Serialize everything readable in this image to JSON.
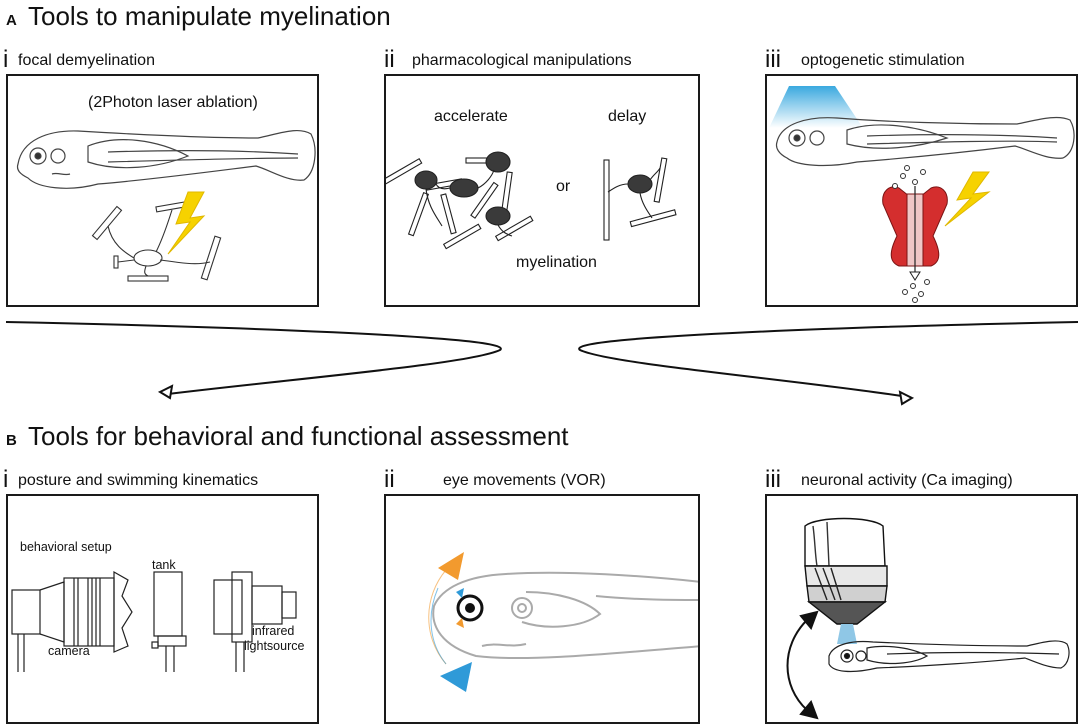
{
  "section_a": {
    "letter": "A",
    "title": "Tools to manipulate myelination",
    "panels": [
      {
        "roman": "i",
        "title": "focal demyelination",
        "label": "(2Photon laser ablation)"
      },
      {
        "roman": "ii",
        "title": "pharmacological manipulations",
        "labels": {
          "accelerate": "accelerate",
          "delay": "delay",
          "or": "or",
          "myelination": "myelination"
        }
      },
      {
        "roman": "iii",
        "title": "optogenetic stimulation"
      }
    ]
  },
  "section_b": {
    "letter": "B",
    "title": "Tools for behavioral and functional assessment",
    "panels": [
      {
        "roman": "i",
        "title": "posture and swimming kinematics",
        "labels": {
          "setup": "behavioral setup",
          "tank": "tank",
          "camera": "camera",
          "infrared": "infrared",
          "lightsource": "lightsource"
        }
      },
      {
        "roman": "ii",
        "title": "eye movements (VOR)"
      },
      {
        "roman": "iii",
        "title": "neuronal activity (Ca imaging)"
      }
    ]
  },
  "colors": {
    "bolt": "#f6d200",
    "light_blue": "#3aa9df",
    "channel_red": "#d42e2e",
    "arrow_orange": "#f29a2e",
    "arrow_blue": "#2f9ad8",
    "cell_fill": "#3a3a3a"
  },
  "icons": [
    "zebrafish-larva",
    "lightning-bolt",
    "oligodendrocyte",
    "ion-channel",
    "camera",
    "tank",
    "lightsource",
    "microscope-objective",
    "rotation-arrow"
  ]
}
